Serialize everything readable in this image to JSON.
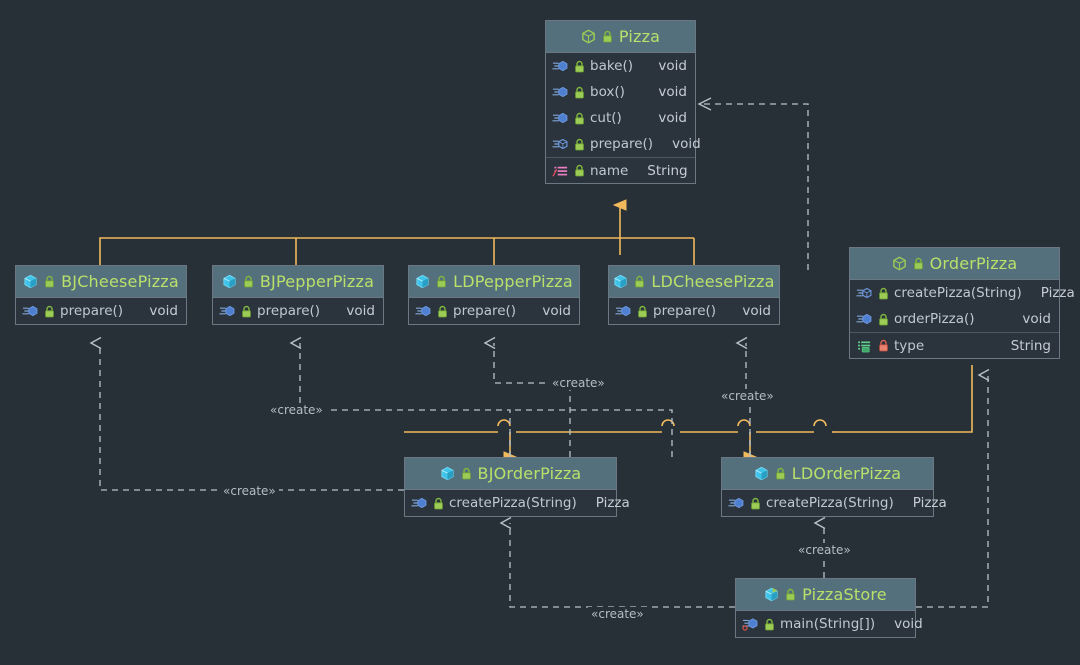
{
  "diagram": {
    "kind": "uml-class-diagram",
    "canvas_background": "#272f37",
    "colors": {
      "header_bg": "#55707d",
      "body_bg": "#2b333c",
      "border": "#6b7883",
      "class_name": "#b9e06a",
      "member_text": "#bfc7d1",
      "inheritance_line": "#e8a33d",
      "dependency_line": "#b8c2cc"
    },
    "classes": [
      {
        "id": "pizza",
        "name": "Pizza",
        "icon": "abstract-class-icon",
        "lock": "lock-protected-icon",
        "members": [
          {
            "icon": "method-icon",
            "lock": "lock-protected-icon",
            "name": "bake()",
            "type": "void",
            "separator": false
          },
          {
            "icon": "method-icon",
            "lock": "lock-protected-icon",
            "name": "box()",
            "type": "void",
            "separator": false
          },
          {
            "icon": "method-icon",
            "lock": "lock-protected-icon",
            "name": "cut()",
            "type": "void",
            "separator": false
          },
          {
            "icon": "abstract-method-icon",
            "lock": "lock-protected-icon",
            "name": "prepare()",
            "type": "void",
            "separator": false
          },
          {
            "icon": "field-icon",
            "lock": "lock-protected-icon",
            "name": "name",
            "type": "String",
            "separator": true
          }
        ]
      },
      {
        "id": "bjcheesepizza",
        "name": "BJCheesePizza",
        "icon": "class-icon",
        "lock": "lock-protected-icon",
        "members": [
          {
            "icon": "method-icon",
            "lock": "lock-protected-icon",
            "name": "prepare()",
            "type": "void",
            "separator": false
          }
        ]
      },
      {
        "id": "bjpepperpizza",
        "name": "BJPepperPizza",
        "icon": "class-icon",
        "lock": "lock-protected-icon",
        "members": [
          {
            "icon": "method-icon",
            "lock": "lock-protected-icon",
            "name": "prepare()",
            "type": "void",
            "separator": false
          }
        ]
      },
      {
        "id": "ldpepperpizza",
        "name": "LDPepperPizza",
        "icon": "class-icon",
        "lock": "lock-protected-icon",
        "members": [
          {
            "icon": "method-icon",
            "lock": "lock-protected-icon",
            "name": "prepare()",
            "type": "void",
            "separator": false
          }
        ]
      },
      {
        "id": "ldcheesepizza",
        "name": "LDCheesePizza",
        "icon": "class-icon",
        "lock": "lock-protected-icon",
        "members": [
          {
            "icon": "method-icon",
            "lock": "lock-protected-icon",
            "name": "prepare()",
            "type": "void",
            "separator": false
          }
        ]
      },
      {
        "id": "orderpizza",
        "name": "OrderPizza",
        "icon": "abstract-class-icon",
        "lock": "lock-protected-icon",
        "members": [
          {
            "icon": "abstract-method-icon",
            "lock": "lock-protected-icon",
            "name": "createPizza(String)",
            "type": "Pizza",
            "separator": false
          },
          {
            "icon": "method-icon",
            "lock": "lock-protected-icon",
            "name": "orderPizza()",
            "type": "void",
            "separator": false
          },
          {
            "icon": "field-green-icon",
            "lock": "lock-private-icon",
            "name": "type",
            "type": "String",
            "separator": true
          }
        ]
      },
      {
        "id": "bjorderpizza",
        "name": "BJOrderPizza",
        "icon": "class-icon",
        "lock": "lock-protected-icon",
        "members": [
          {
            "icon": "method-icon",
            "lock": "lock-protected-icon",
            "name": "createPizza(String)",
            "type": "Pizza",
            "separator": false
          }
        ]
      },
      {
        "id": "ldorderpizza",
        "name": "LDOrderPizza",
        "icon": "class-icon",
        "lock": "lock-protected-icon",
        "members": [
          {
            "icon": "method-icon",
            "lock": "lock-protected-icon",
            "name": "createPizza(String)",
            "type": "Pizza",
            "separator": false
          }
        ]
      },
      {
        "id": "pizzastore",
        "name": "PizzaStore",
        "icon": "runnable-class-icon",
        "lock": "lock-protected-icon",
        "members": [
          {
            "icon": "static-method-icon",
            "lock": "lock-protected-icon",
            "name": "main(String[])",
            "type": "void",
            "separator": false
          }
        ]
      }
    ],
    "edge_labels": [
      {
        "id": "create-bjcheese",
        "text": "«create»"
      },
      {
        "id": "create-bjpepper",
        "text": "«create»"
      },
      {
        "id": "create-ldpepper",
        "text": "«create»"
      },
      {
        "id": "create-ldcheese",
        "text": "«create»"
      },
      {
        "id": "create-bjorder",
        "text": "«create»"
      },
      {
        "id": "create-ldorder",
        "text": "«create»"
      }
    ]
  }
}
